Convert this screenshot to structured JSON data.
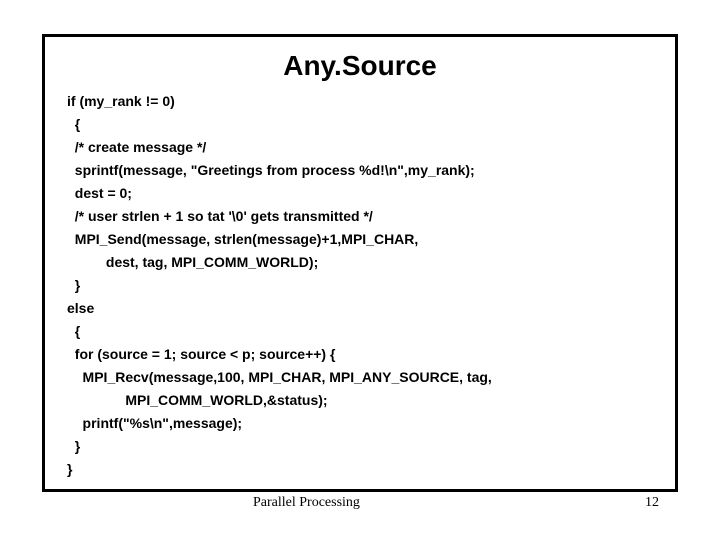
{
  "slide": {
    "title": "Any.Source",
    "code_lines": [
      "if (my_rank != 0)",
      "  {",
      "  /* create message */",
      "  sprintf(message, \"Greetings from process %d!\\n\",my_rank);",
      "  dest = 0;",
      "  /* user strlen + 1 so tat '\\0' gets transmitted */",
      "  MPI_Send(message, strlen(message)+1,MPI_CHAR,",
      "          dest, tag, MPI_COMM_WORLD);",
      "  }",
      "else",
      "  {",
      "  for (source = 1; source < p; source++) {",
      "    MPI_Recv(message,100, MPI_CHAR, MPI_ANY_SOURCE, tag,",
      "               MPI_COMM_WORLD,&status);",
      "    printf(\"%s\\n\",message);",
      "  }",
      "}"
    ]
  },
  "footer": {
    "caption": "Parallel Processing",
    "page_number": "12"
  },
  "colors": {
    "background": "#ffffff",
    "text": "#000000",
    "frame_border": "#000000"
  }
}
